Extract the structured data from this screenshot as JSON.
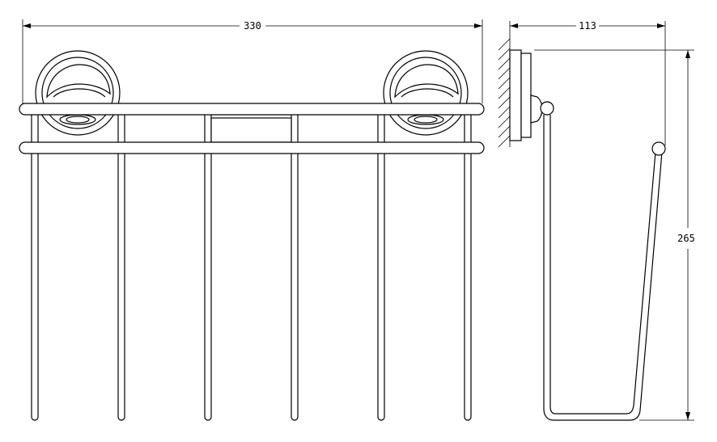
{
  "dimensions": {
    "front_width": "330",
    "side_depth": "113",
    "side_height": "265"
  }
}
